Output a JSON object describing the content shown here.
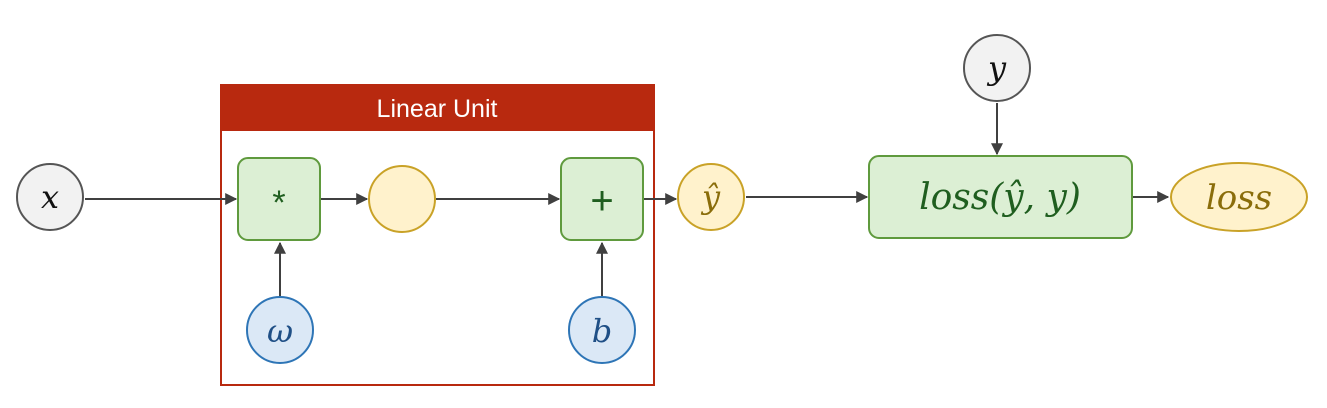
{
  "linear_unit": {
    "title": "Linear Unit"
  },
  "nodes": {
    "x": "x",
    "omega": "ω",
    "b": "b",
    "y": "y",
    "y_hat": "ŷ",
    "loss_out": "loss"
  },
  "ops": {
    "multiply": "*",
    "add": "+",
    "loss_fn": "loss(ŷ, y)"
  },
  "colors": {
    "frame_red": "#b8290f",
    "op_fill": "#dcefd4",
    "op_stroke": "#5f9a3d",
    "op_text": "#1f5e1f",
    "input_fill": "#f2f2f2",
    "input_stroke": "#555555",
    "param_fill": "#dbe8f6",
    "param_stroke": "#2e75b6",
    "param_text": "#1f4f86",
    "value_fill": "#fff2cc",
    "value_stroke": "#c9a227",
    "loss_text": "#8a6d0a",
    "edge": "#404040"
  }
}
